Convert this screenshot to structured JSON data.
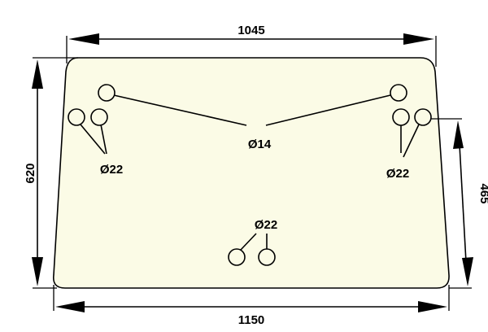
{
  "dimensions": {
    "top_width": "1045",
    "bottom_width": "1150",
    "left_height": "620",
    "right_height": "465"
  },
  "callouts": {
    "small_holes": "Ø14",
    "left_holes": "Ø22",
    "right_holes": "Ø22",
    "bottom_holes": "Ø22"
  },
  "colors": {
    "panel_fill": "#fbfbe6",
    "line": "#000000"
  }
}
